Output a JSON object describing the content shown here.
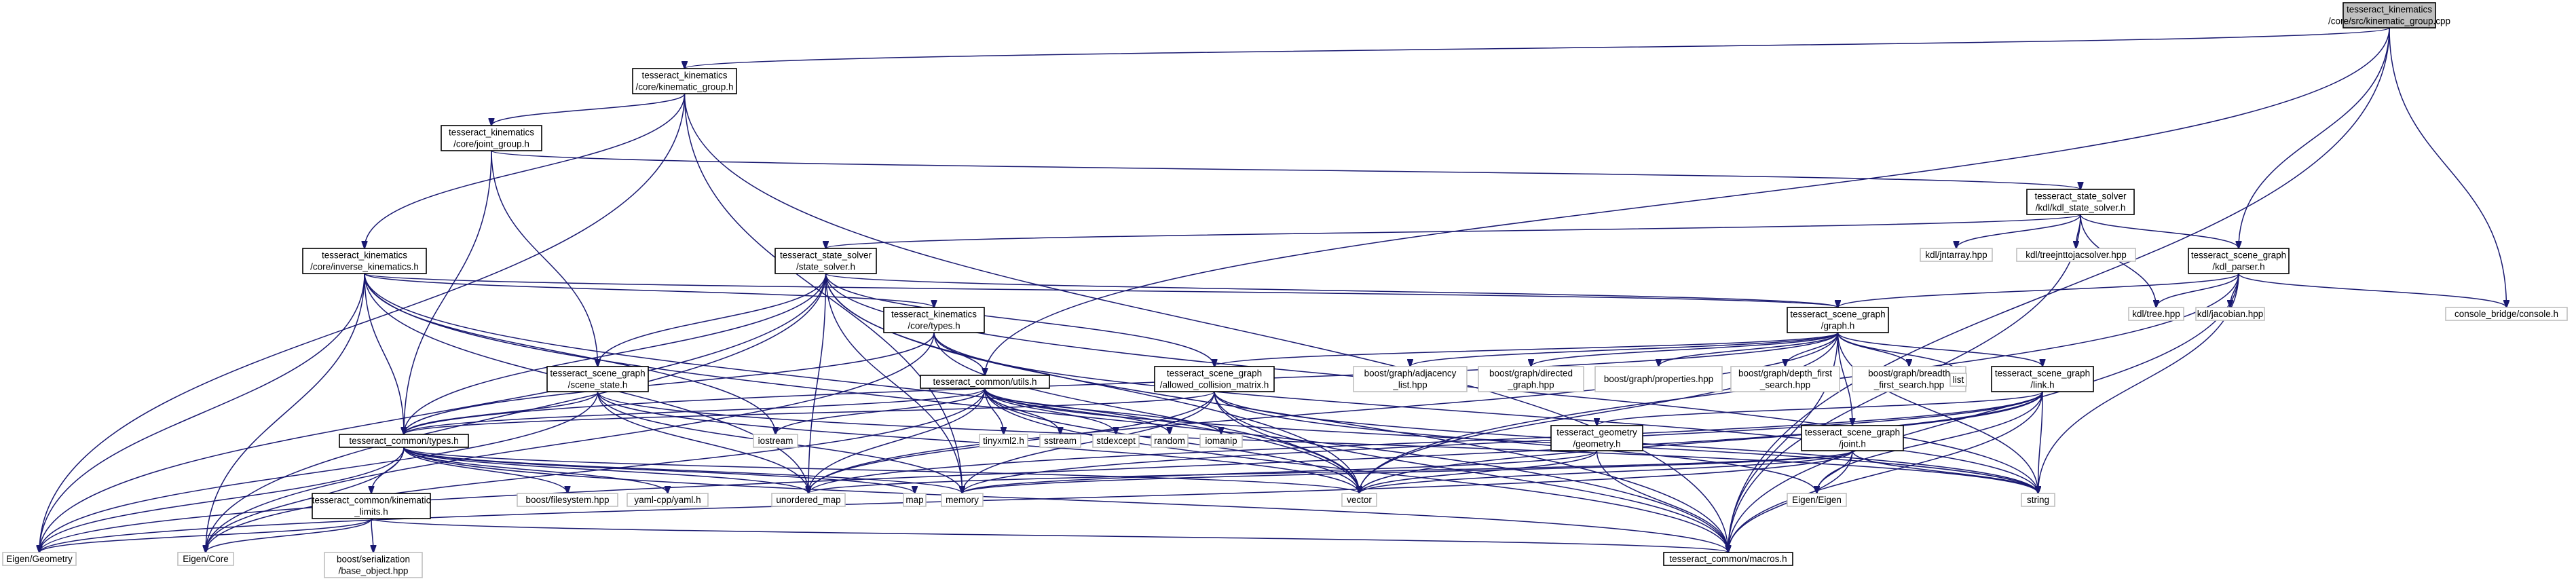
{
  "diagram": {
    "nodes": [
      {
        "id": "kg_cpp",
        "lines": [
          "tesseract_kinematics",
          "/core/src/kinematic_group.cpp"
        ],
        "style": "root"
      },
      {
        "id": "kg_h",
        "lines": [
          "tesseract_kinematics",
          "/core/kinematic_group.h"
        ],
        "style": "normal"
      },
      {
        "id": "jg_h",
        "lines": [
          "tesseract_kinematics",
          "/core/joint_group.h"
        ],
        "style": "normal"
      },
      {
        "id": "ik_h",
        "lines": [
          "tesseract_kinematics",
          "/core/inverse_kinematics.h"
        ],
        "style": "normal"
      },
      {
        "id": "kdl_ss_h",
        "lines": [
          "tesseract_state_solver",
          "/kdl/kdl_state_solver.h"
        ],
        "style": "normal"
      },
      {
        "id": "ss_h",
        "lines": [
          "tesseract_state_solver",
          "/state_solver.h"
        ],
        "style": "normal"
      },
      {
        "id": "kdl_parser_h",
        "lines": [
          "tesseract_scene_graph",
          "/kdl_parser.h"
        ],
        "style": "normal"
      },
      {
        "id": "kin_types_h",
        "lines": [
          "tesseract_kinematics",
          "/core/types.h"
        ],
        "style": "normal"
      },
      {
        "id": "sg_graph_h",
        "lines": [
          "tesseract_scene_graph",
          "/graph.h"
        ],
        "style": "normal"
      },
      {
        "id": "sg_state_h",
        "lines": [
          "tesseract_scene_graph",
          "/scene_state.h"
        ],
        "style": "normal"
      },
      {
        "id": "tc_utils_h",
        "lines": [
          "tesseract_common/utils.h"
        ],
        "style": "normal"
      },
      {
        "id": "acm_h",
        "lines": [
          "tesseract_scene_graph",
          "/allowed_collision_matrix.h"
        ],
        "style": "normal"
      },
      {
        "id": "sg_link_h",
        "lines": [
          "tesseract_scene_graph",
          "/link.h"
        ],
        "style": "normal"
      },
      {
        "id": "tc_types_h",
        "lines": [
          "tesseract_common/types.h"
        ],
        "style": "normal"
      },
      {
        "id": "geom_h",
        "lines": [
          "tesseract_geometry",
          "/geometry.h"
        ],
        "style": "normal"
      },
      {
        "id": "sg_joint_h",
        "lines": [
          "tesseract_scene_graph",
          "/joint.h"
        ],
        "style": "normal"
      },
      {
        "id": "kin_limits_h",
        "lines": [
          "tesseract_common/kinematic",
          "_limits.h"
        ],
        "style": "normal"
      },
      {
        "id": "macros_h",
        "lines": [
          "tesseract_common/macros.h"
        ],
        "style": "normal"
      },
      {
        "id": "kdl_jntarray",
        "lines": [
          "kdl/jntarray.hpp"
        ],
        "style": "leaf"
      },
      {
        "id": "kdl_treejnt",
        "lines": [
          "kdl/treejnttojacsolver.hpp"
        ],
        "style": "leaf"
      },
      {
        "id": "kdl_tree",
        "lines": [
          "kdl/tree.hpp"
        ],
        "style": "leaf"
      },
      {
        "id": "kdl_jacobian",
        "lines": [
          "kdl/jacobian.hpp"
        ],
        "style": "leaf"
      },
      {
        "id": "console",
        "lines": [
          "console_bridge/console.h"
        ],
        "style": "leaf"
      },
      {
        "id": "bg_adjacency",
        "lines": [
          "boost/graph/adjacency",
          "_list.hpp"
        ],
        "style": "leaf"
      },
      {
        "id": "bg_directed",
        "lines": [
          "boost/graph/directed",
          "_graph.hpp"
        ],
        "style": "leaf"
      },
      {
        "id": "bg_properties",
        "lines": [
          "boost/graph/properties.hpp"
        ],
        "style": "leaf"
      },
      {
        "id": "bg_dfs",
        "lines": [
          "boost/graph/depth_first",
          "_search.hpp"
        ],
        "style": "leaf"
      },
      {
        "id": "bg_bfs",
        "lines": [
          "boost/graph/breadth",
          "_first_search.hpp"
        ],
        "style": "leaf"
      },
      {
        "id": "list",
        "lines": [
          "list"
        ],
        "style": "leaf"
      },
      {
        "id": "iostream",
        "lines": [
          "iostream"
        ],
        "style": "leaf"
      },
      {
        "id": "tinyxml2",
        "lines": [
          "tinyxml2.h"
        ],
        "style": "leaf"
      },
      {
        "id": "sstream",
        "lines": [
          "sstream"
        ],
        "style": "leaf"
      },
      {
        "id": "stdexcept",
        "lines": [
          "stdexcept"
        ],
        "style": "leaf"
      },
      {
        "id": "random",
        "lines": [
          "random"
        ],
        "style": "leaf"
      },
      {
        "id": "iomanip",
        "lines": [
          "iomanip"
        ],
        "style": "leaf"
      },
      {
        "id": "boost_fs",
        "lines": [
          "boost/filesystem.hpp"
        ],
        "style": "leaf"
      },
      {
        "id": "yaml",
        "lines": [
          "yaml-cpp/yaml.h"
        ],
        "style": "leaf"
      },
      {
        "id": "unordered_map",
        "lines": [
          "unordered_map"
        ],
        "style": "leaf"
      },
      {
        "id": "map",
        "lines": [
          "map"
        ],
        "style": "leaf"
      },
      {
        "id": "memory",
        "lines": [
          "memory"
        ],
        "style": "leaf"
      },
      {
        "id": "vector",
        "lines": [
          "vector"
        ],
        "style": "leaf"
      },
      {
        "id": "string",
        "lines": [
          "string"
        ],
        "style": "leaf"
      },
      {
        "id": "eigen_geometry",
        "lines": [
          "Eigen/Geometry"
        ],
        "style": "leaf"
      },
      {
        "id": "eigen_core",
        "lines": [
          "Eigen/Core"
        ],
        "style": "leaf"
      },
      {
        "id": "eigen_eigen",
        "lines": [
          "Eigen/Eigen"
        ],
        "style": "leaf"
      },
      {
        "id": "boost_serial",
        "lines": [
          "boost/serialization",
          "/base_object.hpp"
        ],
        "style": "leaf"
      }
    ],
    "edges": [
      [
        "kg_cpp",
        "kg_h"
      ],
      [
        "kg_cpp",
        "tc_utils_h"
      ],
      [
        "kg_cpp",
        "kdl_parser_h"
      ],
      [
        "kg_cpp",
        "console"
      ],
      [
        "kg_cpp",
        "macros_h"
      ],
      [
        "kg_h",
        "jg_h"
      ],
      [
        "kg_h",
        "ik_h"
      ],
      [
        "kg_h",
        "eigen_geometry"
      ],
      [
        "kg_h",
        "memory"
      ],
      [
        "kg_h",
        "macros_h"
      ],
      [
        "jg_h",
        "kdl_ss_h"
      ],
      [
        "jg_h",
        "sg_state_h"
      ],
      [
        "jg_h",
        "tc_types_h"
      ],
      [
        "ik_h",
        "kin_types_h"
      ],
      [
        "ik_h",
        "sg_graph_h"
      ],
      [
        "ik_h",
        "tc_types_h"
      ],
      [
        "ik_h",
        "eigen_geometry"
      ],
      [
        "ik_h",
        "eigen_core"
      ],
      [
        "ik_h",
        "vector"
      ],
      [
        "ik_h",
        "unordered_map"
      ],
      [
        "ik_h",
        "macros_h"
      ],
      [
        "ik_h",
        "iostream"
      ],
      [
        "kdl_ss_h",
        "ss_h"
      ],
      [
        "kdl_ss_h",
        "kdl_jntarray"
      ],
      [
        "kdl_ss_h",
        "kdl_treejnt"
      ],
      [
        "kdl_ss_h",
        "kdl_tree"
      ],
      [
        "kdl_ss_h",
        "kdl_parser_h"
      ],
      [
        "kdl_ss_h",
        "macros_h"
      ],
      [
        "ss_h",
        "sg_graph_h"
      ],
      [
        "ss_h",
        "sg_state_h"
      ],
      [
        "ss_h",
        "tc_types_h"
      ],
      [
        "ss_h",
        "eigen_geometry"
      ],
      [
        "ss_h",
        "eigen_core"
      ],
      [
        "ss_h",
        "vector"
      ],
      [
        "ss_h",
        "memory"
      ],
      [
        "ss_h",
        "unordered_map"
      ],
      [
        "ss_h",
        "string"
      ],
      [
        "ss_h",
        "macros_h"
      ],
      [
        "ss_h",
        "acm_h"
      ],
      [
        "kdl_parser_h",
        "sg_graph_h"
      ],
      [
        "kdl_parser_h",
        "kdl_tree"
      ],
      [
        "kdl_parser_h",
        "kdl_jacobian"
      ],
      [
        "kdl_parser_h",
        "console"
      ],
      [
        "kdl_parser_h",
        "vector"
      ],
      [
        "kdl_parser_h",
        "string"
      ],
      [
        "kdl_parser_h",
        "macros_h"
      ],
      [
        "kin_types_h",
        "tc_utils_h"
      ],
      [
        "kin_types_h",
        "tc_types_h"
      ],
      [
        "kin_types_h",
        "eigen_core"
      ],
      [
        "kin_types_h",
        "vector"
      ],
      [
        "kin_types_h",
        "string"
      ],
      [
        "sg_graph_h",
        "bg_adjacency"
      ],
      [
        "sg_graph_h",
        "bg_directed"
      ],
      [
        "sg_graph_h",
        "bg_properties"
      ],
      [
        "sg_graph_h",
        "bg_dfs"
      ],
      [
        "sg_graph_h",
        "bg_bfs"
      ],
      [
        "sg_graph_h",
        "list"
      ],
      [
        "sg_graph_h",
        "acm_h"
      ],
      [
        "sg_graph_h",
        "sg_link_h"
      ],
      [
        "sg_graph_h",
        "sg_joint_h"
      ],
      [
        "sg_graph_h",
        "tc_types_h"
      ],
      [
        "sg_graph_h",
        "string"
      ],
      [
        "sg_graph_h",
        "vector"
      ],
      [
        "sg_graph_h",
        "unordered_map"
      ],
      [
        "sg_graph_h",
        "macros_h"
      ],
      [
        "sg_state_h",
        "tc_types_h"
      ],
      [
        "sg_state_h",
        "eigen_geometry"
      ],
      [
        "sg_state_h",
        "unordered_map"
      ],
      [
        "sg_state_h",
        "memory"
      ],
      [
        "sg_state_h",
        "vector"
      ],
      [
        "sg_state_h",
        "string"
      ],
      [
        "tc_utils_h",
        "tc_types_h"
      ],
      [
        "tc_utils_h",
        "iostream"
      ],
      [
        "tc_utils_h",
        "tinyxml2"
      ],
      [
        "tc_utils_h",
        "sstream"
      ],
      [
        "tc_utils_h",
        "stdexcept"
      ],
      [
        "tc_utils_h",
        "random"
      ],
      [
        "tc_utils_h",
        "iomanip"
      ],
      [
        "tc_utils_h",
        "vector"
      ],
      [
        "tc_utils_h",
        "string"
      ],
      [
        "tc_utils_h",
        "eigen_core"
      ],
      [
        "tc_utils_h",
        "unordered_map"
      ],
      [
        "tc_utils_h",
        "macros_h"
      ],
      [
        "acm_h",
        "tc_types_h"
      ],
      [
        "acm_h",
        "eigen_eigen"
      ],
      [
        "acm_h",
        "unordered_map"
      ],
      [
        "acm_h",
        "memory"
      ],
      [
        "acm_h",
        "vector"
      ],
      [
        "acm_h",
        "string"
      ],
      [
        "acm_h",
        "macros_h"
      ],
      [
        "sg_link_h",
        "geom_h"
      ],
      [
        "sg_link_h",
        "eigen_geometry"
      ],
      [
        "sg_link_h",
        "eigen_eigen"
      ],
      [
        "sg_link_h",
        "memory"
      ],
      [
        "sg_link_h",
        "string"
      ],
      [
        "sg_link_h",
        "vector"
      ],
      [
        "sg_link_h",
        "macros_h"
      ],
      [
        "sg_link_h",
        "unordered_map"
      ],
      [
        "tc_types_h",
        "kin_limits_h"
      ],
      [
        "tc_types_h",
        "eigen_geometry"
      ],
      [
        "tc_types_h",
        "eigen_core"
      ],
      [
        "tc_types_h",
        "boost_fs"
      ],
      [
        "tc_types_h",
        "yaml"
      ],
      [
        "tc_types_h",
        "unordered_map"
      ],
      [
        "tc_types_h",
        "map"
      ],
      [
        "tc_types_h",
        "memory"
      ],
      [
        "tc_types_h",
        "vector"
      ],
      [
        "tc_types_h",
        "macros_h"
      ],
      [
        "geom_h",
        "memory"
      ],
      [
        "geom_h",
        "vector"
      ],
      [
        "geom_h",
        "macros_h"
      ],
      [
        "sg_joint_h",
        "eigen_geometry"
      ],
      [
        "sg_joint_h",
        "eigen_eigen"
      ],
      [
        "sg_joint_h",
        "memory"
      ],
      [
        "sg_joint_h",
        "string"
      ],
      [
        "sg_joint_h",
        "vector"
      ],
      [
        "sg_joint_h",
        "macros_h"
      ],
      [
        "sg_joint_h",
        "unordered_map"
      ],
      [
        "kin_limits_h",
        "eigen_geometry"
      ],
      [
        "kin_limits_h",
        "eigen_core"
      ],
      [
        "kin_limits_h",
        "boost_serial"
      ],
      [
        "kin_limits_h",
        "macros_h"
      ]
    ]
  }
}
